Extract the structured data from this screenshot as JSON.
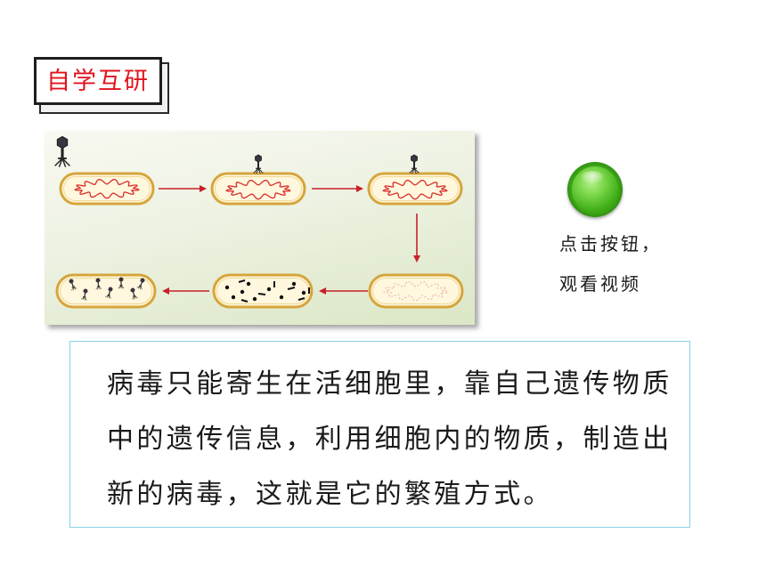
{
  "header": {
    "label": "自学互研"
  },
  "diagram": {
    "icon": "phage-lytic-cycle-diagram"
  },
  "video": {
    "button_icon": "green-round-button-icon",
    "caption_line1": "点击按钮，",
    "caption_line2": "观看视频"
  },
  "content": {
    "lines": [
      "病毒只能寄生在活细胞里，靠自己遗传物质",
      "中的遗传信息，利用细胞内的物质，制造出",
      "新的病毒，这就是它的繁殖方式。"
    ]
  },
  "colors": {
    "label_text": "#e0141e",
    "content_border": "#89d2e6",
    "arrow": "#c8202a",
    "dna": "#d8302a",
    "cell_border": "#d6a53c",
    "cell_fill": "#fff8df",
    "button": "#4cb81f"
  }
}
